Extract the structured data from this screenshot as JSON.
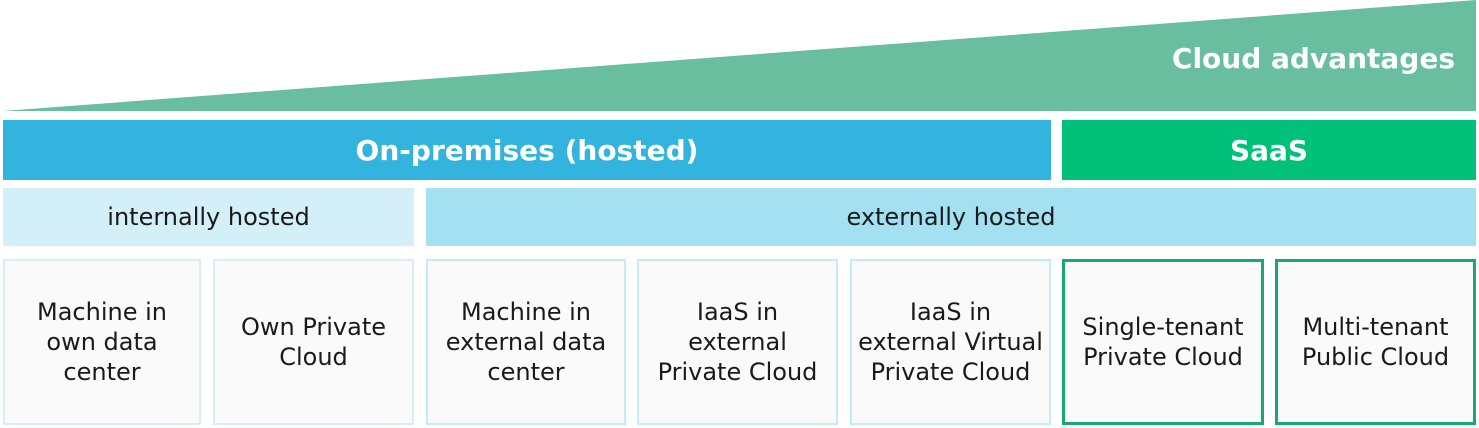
{
  "colors": {
    "wedge": "#68be9f",
    "on_premises_band": "#33b4de",
    "saas_band": "#00c07a",
    "internal_band": "#d3eff7",
    "external_band": "#a3e0f2",
    "saas_box_border": "#1aa872"
  },
  "advantage": {
    "label": "Cloud advantages"
  },
  "categories": {
    "on_premises": "On-premises (hosted)",
    "saas": "SaaS"
  },
  "hosting": {
    "internal": "internally hosted",
    "external": "externally hosted"
  },
  "options": [
    {
      "label": "Machine in own data center"
    },
    {
      "label": "Own Private Cloud"
    },
    {
      "label": "Machine in external data center"
    },
    {
      "label": "IaaS in external Private Cloud"
    },
    {
      "label": "IaaS in external Virtual Private Cloud"
    },
    {
      "label": "Single-tenant Private Cloud"
    },
    {
      "label": "Multi-tenant Public Cloud"
    }
  ]
}
